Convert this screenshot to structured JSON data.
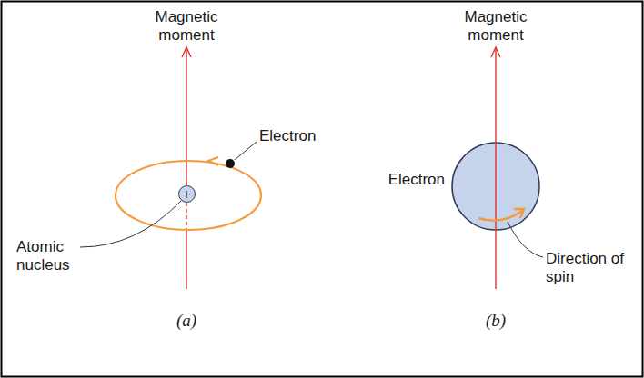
{
  "diagram": {
    "nodes": [
      {
        "text": [
          "+"
        ]
      }
    ],
    "labels": [
      "Magnetic moment",
      "Electron",
      "Atomic nucleus",
      "(a)",
      "Magnetic moment",
      "Electron",
      "Direction of spin",
      "(b)"
    ]
  }
}
